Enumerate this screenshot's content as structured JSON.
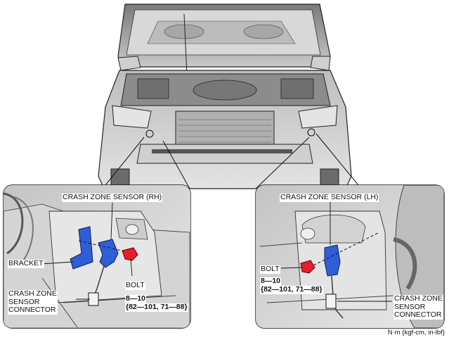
{
  "labels": {
    "rh_sensor": "CRASH ZONE SENSOR (RH)",
    "lh_sensor": "CRASH ZONE SENSOR (LH)",
    "bracket": "BRACKET",
    "bolt_left": "BOLT",
    "bolt_right": "BOLT",
    "torque_left_line1": "8—10",
    "torque_left_line2": "{82—101, 71—88}",
    "torque_right_line1": "8—10",
    "torque_right_line2": "{82—101, 71—88}",
    "connector_left": "CRASH ZONE\nSENSOR\nCONNECTOR",
    "connector_right": "CRASH ZONE\nSENSOR\nCONNECTOR",
    "unit_note": "N·m {kgf-cm, in-lbf}"
  },
  "colors": {
    "sensor_blue": "#2f5fd6",
    "bolt_red": "#e0202a",
    "linework": "#222222",
    "body_gray": "#9a9a9a"
  }
}
